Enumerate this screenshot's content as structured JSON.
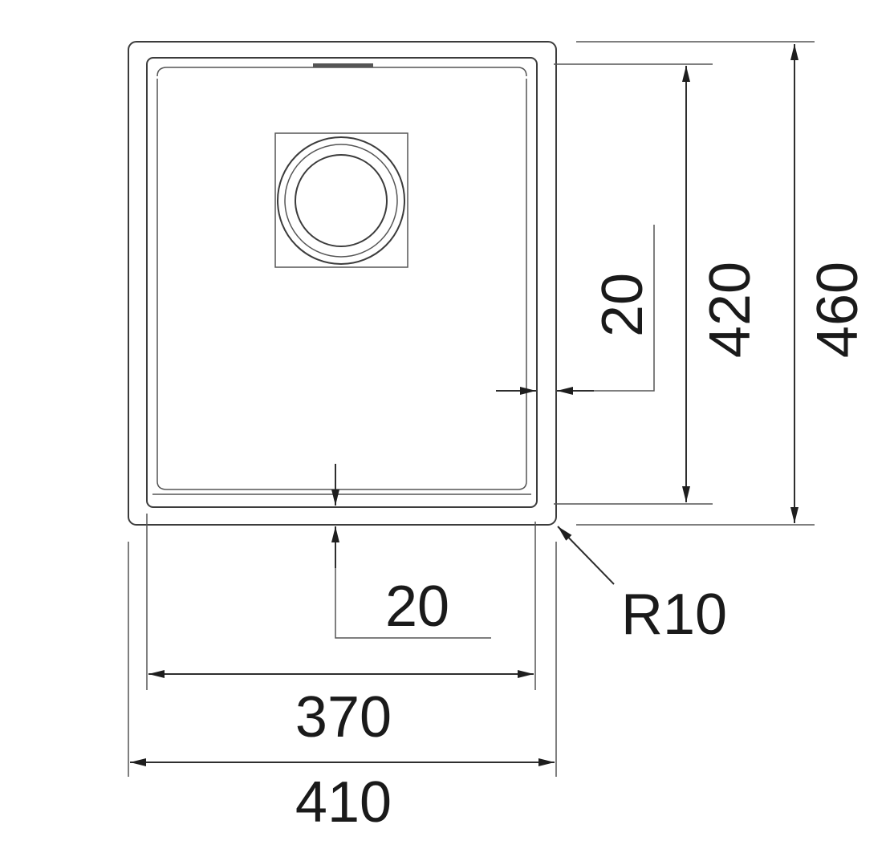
{
  "diagram": {
    "labels": {
      "outer_height": "460",
      "inner_height": "420",
      "side_margin": "20",
      "bottom_margin": "20",
      "corner_radius": "R10",
      "inner_width": "370",
      "outer_width": "410"
    },
    "colors": {
      "line": "#3c3c3c",
      "text": "#1a1a1a"
    }
  }
}
